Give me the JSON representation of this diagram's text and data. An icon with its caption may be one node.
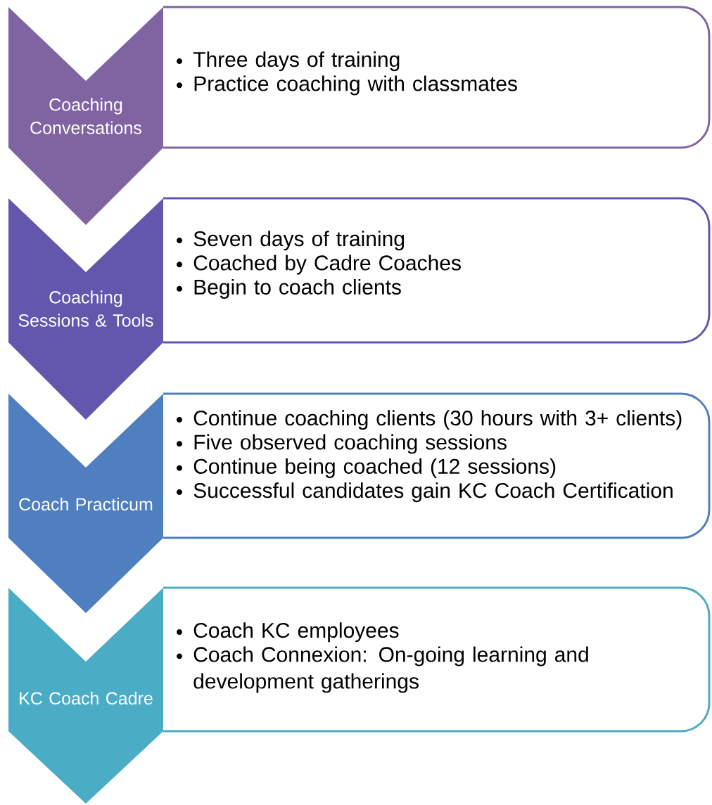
{
  "diagram": {
    "nodes": [
      {
        "text": [
          "Coaching Conversations"
        ]
      },
      {
        "text": [
          "Three days of training",
          "Practice coaching with classmates"
        ]
      },
      {
        "text": [
          "Coaching Sessions & Tools"
        ]
      },
      {
        "text": [
          "Seven days of training",
          "Coached by Cadre Coaches",
          "Begin to coach clients"
        ]
      },
      {
        "text": [
          "Coach Practicum"
        ]
      },
      {
        "text": [
          "Continue coaching clients (30 hours with 3+ clients)",
          "Five observed coaching sessions",
          "Continue being coached (12 sessions)",
          "Successful candidates gain KC Coach Certification"
        ]
      },
      {
        "text": [
          "KC Coach Cadre"
        ]
      },
      {
        "text": [
          "Coach KC employees",
          "Coach Connexion: On-going learning and development gatherings"
        ]
      }
    ]
  }
}
